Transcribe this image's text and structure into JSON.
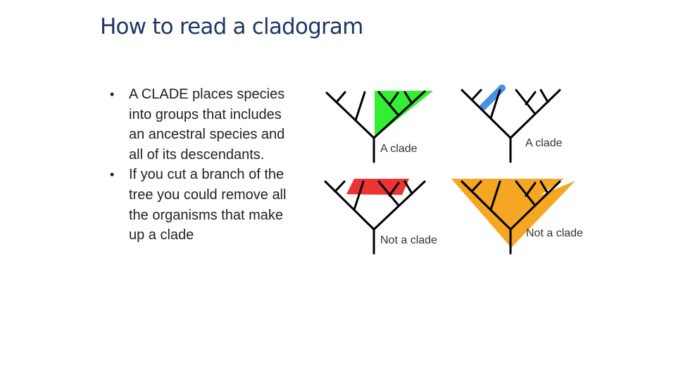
{
  "title": "How to read a cladogram",
  "bullets": [
    "A CLADE places species into groups that includes an ancestral species and all of its descendants.",
    "If you cut a branch of the tree you could remove all the organisms that make up a clade"
  ],
  "bullet_marker": "•",
  "diagram": {
    "panels": [
      {
        "label": "A clade",
        "highlight_color": "#33ee33"
      },
      {
        "label": "A clade",
        "highlight_color": "#4a90e2"
      },
      {
        "label": "Not a clade",
        "highlight_color": "#ee3333"
      },
      {
        "label": "Not a clade",
        "highlight_color": "#f5a623"
      }
    ]
  }
}
